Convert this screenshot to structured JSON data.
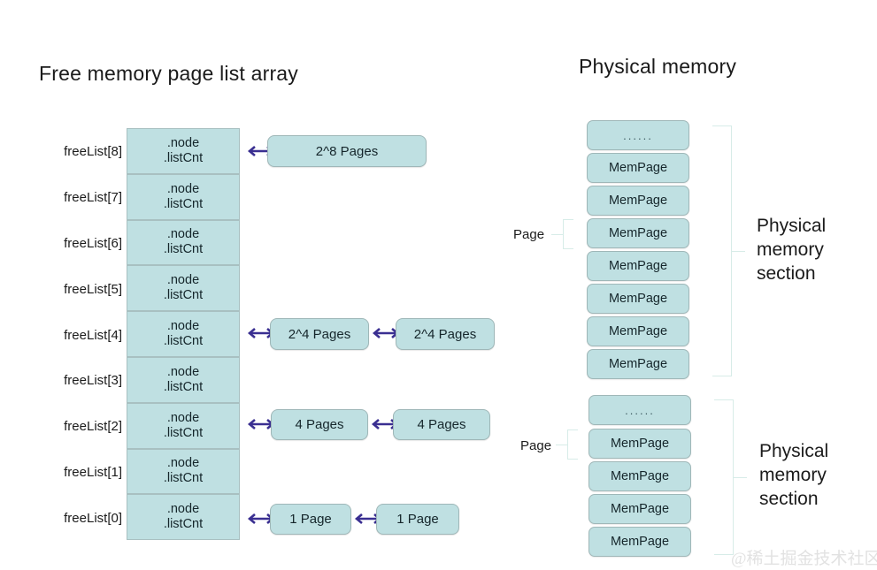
{
  "titles": {
    "left": "Free memory page list array",
    "right": "Physical memory"
  },
  "free_list": {
    "cell_node": ".node",
    "cell_count": ".listCnt",
    "rows": [
      {
        "label": "freeList[8]",
        "nodes": [
          "2^8 Pages"
        ]
      },
      {
        "label": "freeList[7]",
        "nodes": []
      },
      {
        "label": "freeList[6]",
        "nodes": []
      },
      {
        "label": "freeList[5]",
        "nodes": []
      },
      {
        "label": "freeList[4]",
        "nodes": [
          "2^4 Pages",
          "2^4 Pages"
        ]
      },
      {
        "label": "freeList[3]",
        "nodes": []
      },
      {
        "label": "freeList[2]",
        "nodes": [
          "4 Pages",
          "4 Pages"
        ]
      },
      {
        "label": "freeList[1]",
        "nodes": []
      },
      {
        "label": "freeList[0]",
        "nodes": [
          "1 Page",
          "1 Page"
        ]
      }
    ]
  },
  "physical_memory": {
    "section_label": "Physical\nmemory\nsection",
    "section_label_lines": [
      "Physical",
      "memory",
      "section"
    ],
    "page_tag": "Page",
    "dots": "......",
    "mempage": "MemPage",
    "sections": [
      {
        "boxes": [
          "......",
          "MemPage",
          "MemPage",
          "MemPage",
          "MemPage",
          "MemPage",
          "MemPage",
          "MemPage"
        ]
      },
      {
        "boxes": [
          "......",
          "MemPage",
          "MemPage",
          "MemPage",
          "MemPage"
        ]
      }
    ]
  },
  "watermark": "@稀土掘金技术社区",
  "colors": {
    "box_fill": "#bfe0e2",
    "box_border": "#9fb7b8",
    "arrow": "#3a2f91",
    "brace": "#d7ece8",
    "text": "#1b1b1b",
    "watermark": "#e2e2e2"
  }
}
